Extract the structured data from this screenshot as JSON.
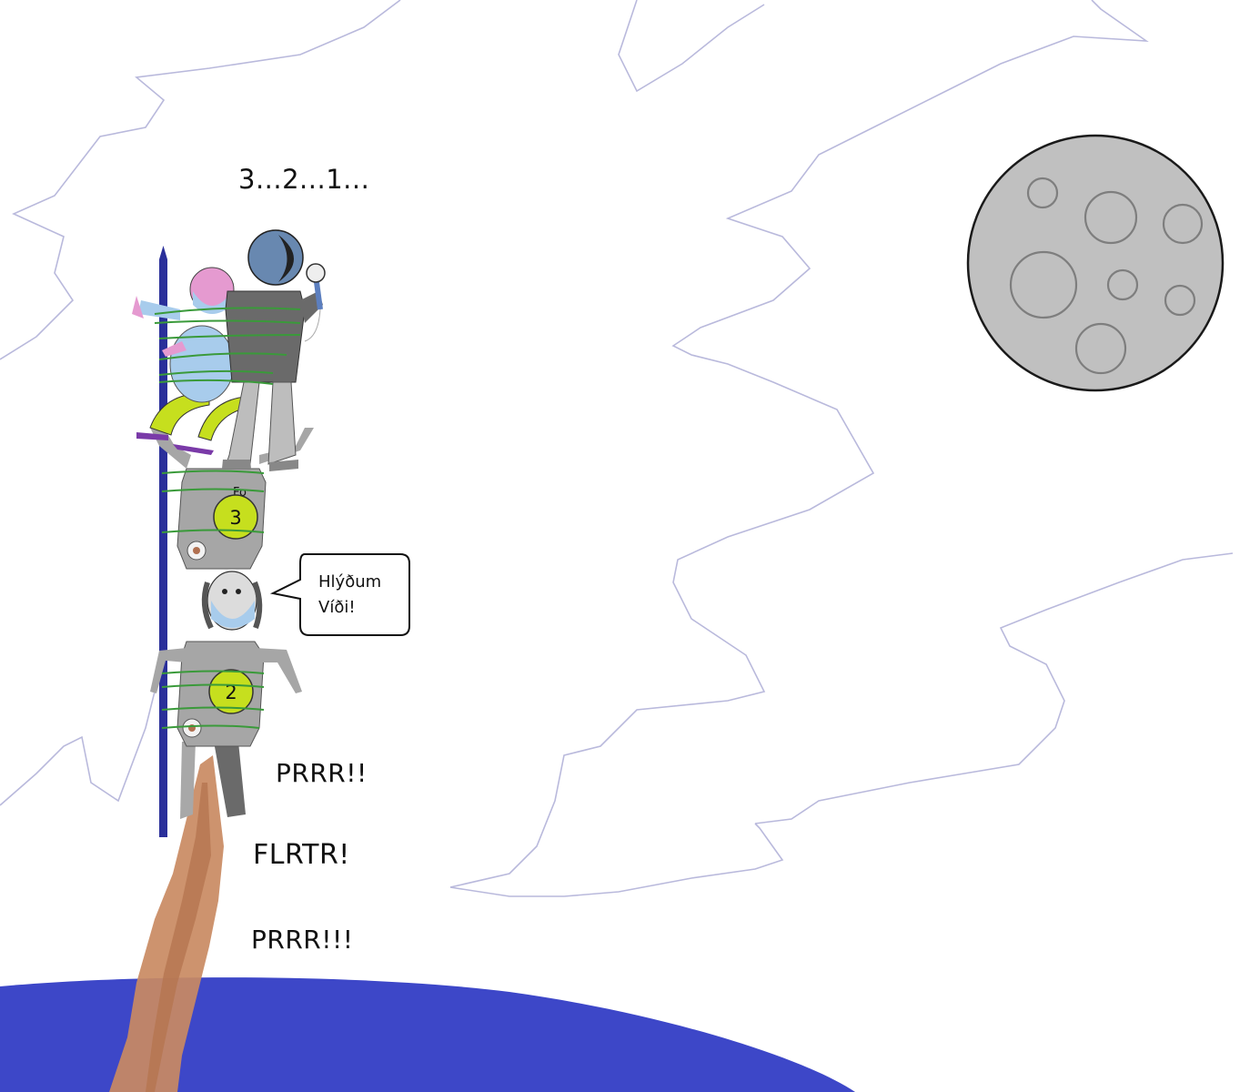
{
  "scene": {
    "countdown": "3...2...1...",
    "speech_bubble": {
      "line1": "Hlýðum",
      "line2": "Víði!"
    },
    "sound_effects": [
      "PRRR!!",
      "FLRTR!",
      "PRRR!!!"
    ],
    "badges": [
      "3",
      "2"
    ]
  },
  "colors": {
    "sky": "#ffffff",
    "cloud_outline": "#b9b9dc",
    "earth": "#3d47c8",
    "moon": "#c0c0c0",
    "exhaust": "#c98a62",
    "rope": "#3a9a3a",
    "pole": "#2a2f9a",
    "badge": "#c6df1e"
  },
  "icons": [
    "moon-icon",
    "microphone-icon",
    "astronaut-helmet-icon",
    "face-mask-icon"
  ]
}
